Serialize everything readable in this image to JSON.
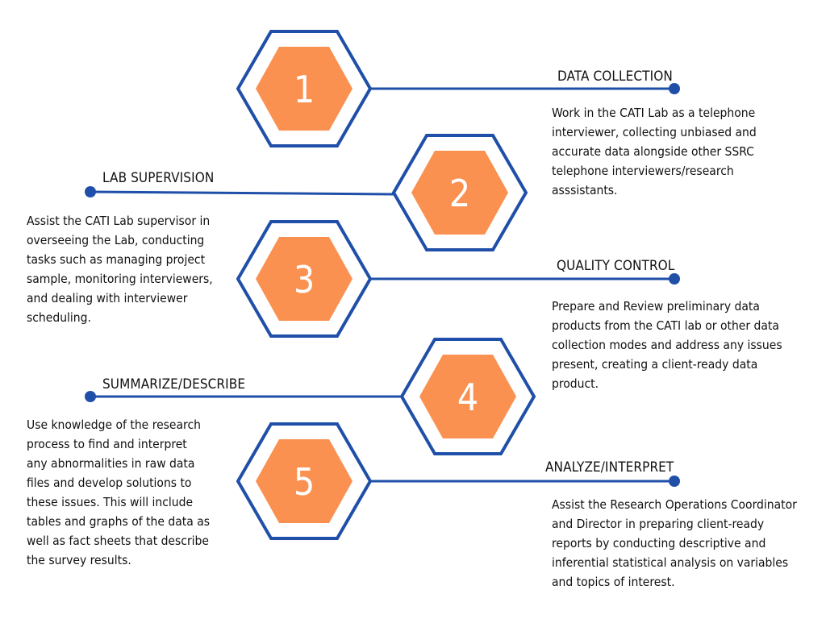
{
  "colors": {
    "accent_blue": "#1f4fa8",
    "hex_orange": "#fb9150",
    "text": "#111111",
    "number": "#ffffff"
  },
  "steps": [
    {
      "number": "1",
      "title": "DATA COLLECTION",
      "description": "Work in the CATI Lab as a telephone\ninterviewer, collecting unbiased and\naccurate data alongside other SSRC\ntelephone interviewers/research\nasssistants."
    },
    {
      "number": "2",
      "title": "LAB SUPERVISION",
      "description": "Assist the CATI Lab supervisor in\noverseeing the Lab, conducting\ntasks such as managing project\nsample, monitoring interviewers,\nand dealing with interviewer\nscheduling."
    },
    {
      "number": "3",
      "title": "QUALITY CONTROL",
      "description": "Prepare and Review preliminary data\nproducts from the CATI lab or other data\ncollection modes and address any issues\npresent, creating a client-ready data\nproduct."
    },
    {
      "number": "4",
      "title": "SUMMARIZE/DESCRIBE",
      "description": "Use knowledge of the research\nprocess to find and interpret\nany abnormalities in raw data\nfiles and develop solutions to\nthese issues. This will include\ntables and graphs of the data as\nwell as fact sheets that describe\nthe survey results."
    },
    {
      "number": "5",
      "title": "ANALYZE/INTERPRET",
      "description": "Assist the Research Operations Coordinator\nand Director in preparing client-ready\nreports by conducting descriptive and\ninferential statistical analysis on variables\nand topics of interest."
    }
  ]
}
